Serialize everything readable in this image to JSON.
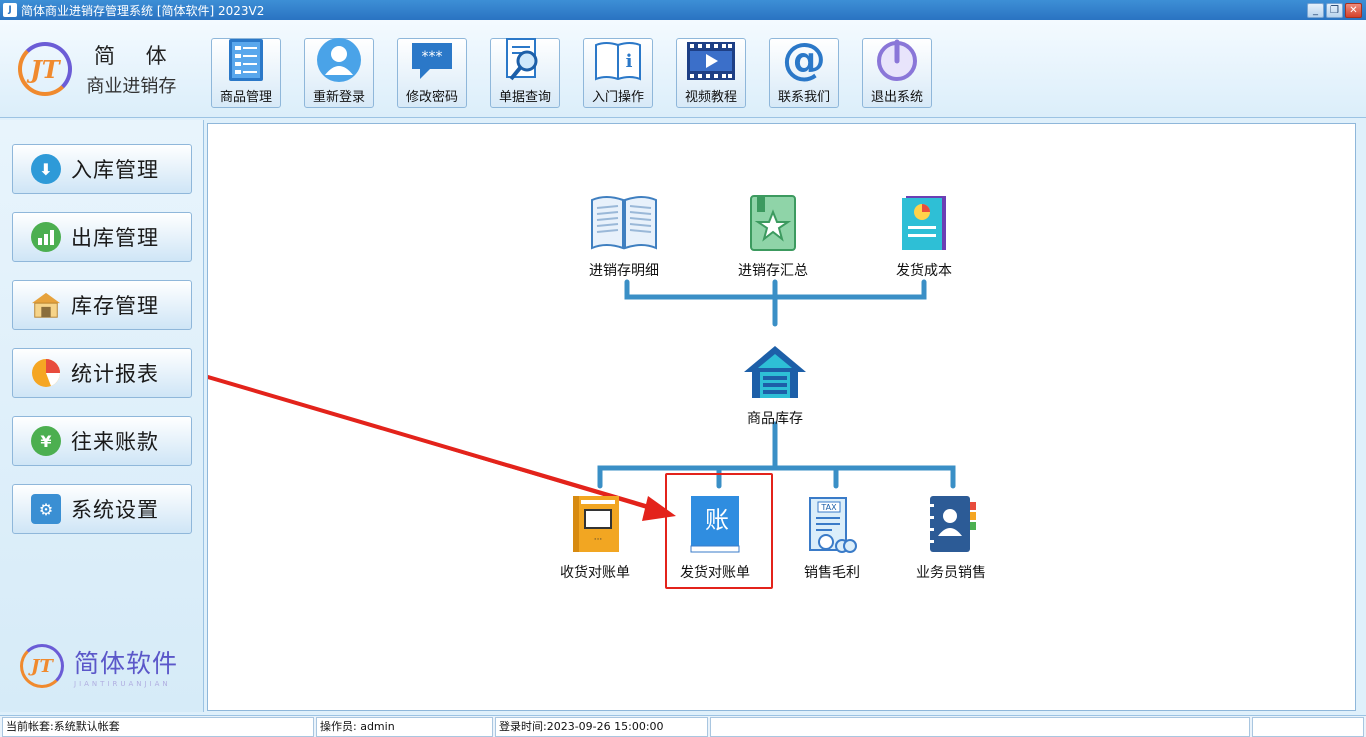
{
  "window": {
    "title": "简体商业进销存管理系统 [简体软件] 2023V2",
    "controls": [
      "minimize",
      "restore",
      "close"
    ]
  },
  "brand": {
    "name": "简 体",
    "subtitle": "商业进销存",
    "logo_text": "JT"
  },
  "toolbar": [
    {
      "label": "商品管理",
      "icon": "product-list-icon"
    },
    {
      "label": "重新登录",
      "icon": "user-icon"
    },
    {
      "label": "修改密码",
      "icon": "password-bubble-icon"
    },
    {
      "label": "单据查询",
      "icon": "document-search-icon"
    },
    {
      "label": "入门操作",
      "icon": "info-book-icon"
    },
    {
      "label": "视频教程",
      "icon": "video-icon"
    },
    {
      "label": "联系我们",
      "icon": "at-icon"
    },
    {
      "label": "退出系统",
      "icon": "power-icon"
    }
  ],
  "sidebar": {
    "items": [
      {
        "label": "入库管理",
        "icon": "arrow-down-icon",
        "color": "#2e9ad8"
      },
      {
        "label": "出库管理",
        "icon": "chart-up-icon",
        "color": "#4caf50"
      },
      {
        "label": "库存管理",
        "icon": "warehouse-icon",
        "color": "#e6a23c"
      },
      {
        "label": "统计报表",
        "icon": "pie-chart-icon",
        "color": "#f5a623"
      },
      {
        "label": "往来账款",
        "icon": "yen-icon",
        "color": "#4caf50"
      },
      {
        "label": "系统设置",
        "icon": "gear-icon",
        "color": "#3a8fd3"
      }
    ],
    "footer_logo": {
      "text": "简体软件",
      "subtext": "JIANTIRUANJIAN"
    }
  },
  "diagram": {
    "top_nodes": [
      {
        "label": "进销存明细",
        "icon": "open-book-icon"
      },
      {
        "label": "进销存汇总",
        "icon": "star-book-icon"
      },
      {
        "label": "发货成本",
        "icon": "report-chart-icon"
      }
    ],
    "center_node": {
      "label": "商品库存",
      "icon": "warehouse-icon"
    },
    "bottom_nodes": [
      {
        "label": "收货对账单",
        "icon": "orange-book-icon"
      },
      {
        "label": "发货对账单",
        "icon": "blue-ledger-icon",
        "glyph": "账"
      },
      {
        "label": "销售毛利",
        "icon": "tax-invoice-icon",
        "glyph": "TAX"
      },
      {
        "label": "业务员销售",
        "icon": "contact-book-icon"
      }
    ],
    "highlighted": "发货对账单"
  },
  "statusbar": {
    "account": "当前帐套:系统默认帐套",
    "operator": "操作员: admin",
    "login_time": "登录时间:2023-09-26 15:00:00",
    "extra1": "",
    "extra2": ""
  },
  "colors": {
    "accent": "#2a73c2",
    "connector": "#3a8fc6",
    "highlight": "#e3231b"
  }
}
